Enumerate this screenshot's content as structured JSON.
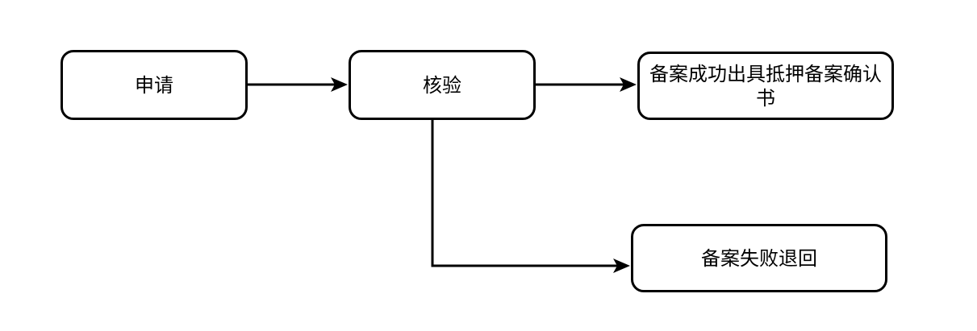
{
  "diagram": {
    "nodes": {
      "apply": {
        "label": "申请"
      },
      "verify": {
        "label": "核验"
      },
      "success": {
        "label": "备案成功出具抵押备案确认书"
      },
      "fail": {
        "label": "备案失败退回"
      }
    },
    "edges": [
      {
        "from": "apply",
        "to": "verify"
      },
      {
        "from": "verify",
        "to": "success"
      },
      {
        "from": "verify",
        "to": "fail"
      }
    ],
    "colors": {
      "stroke": "#000000",
      "fill": "#ffffff",
      "text": "#000000"
    }
  }
}
